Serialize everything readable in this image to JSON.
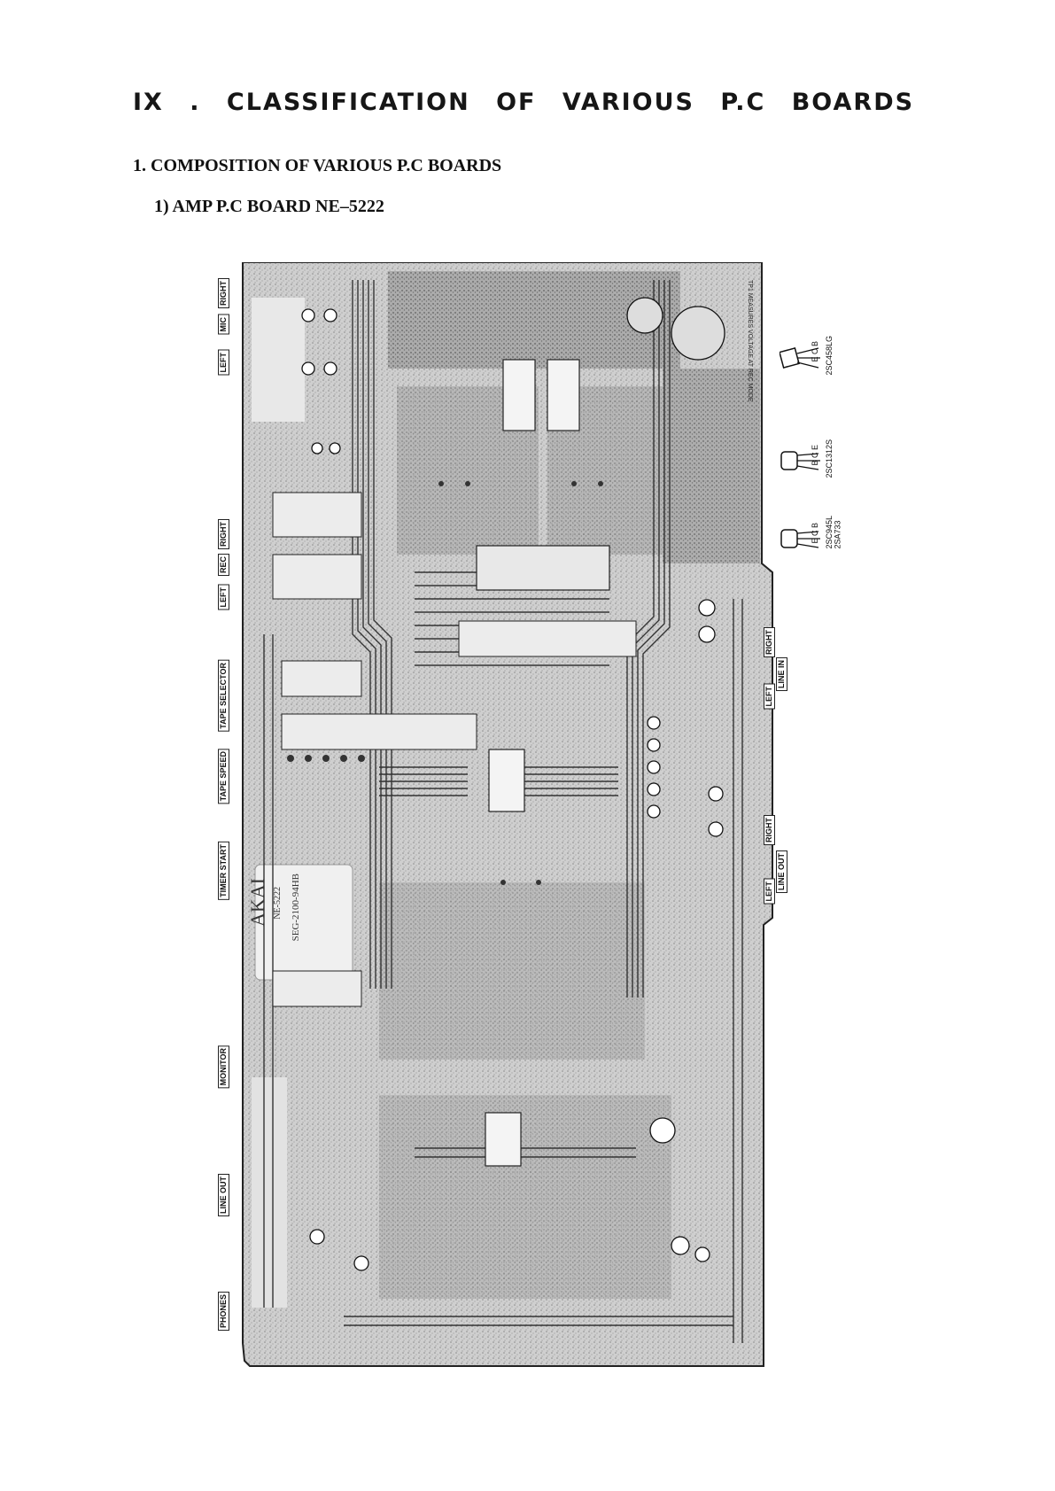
{
  "page": {
    "chapter_title": "IX .   CLASSIFICATION  OF  VARIOUS  P.C  BOARDS",
    "section_heading": "1. COMPOSITION OF VARIOUS P.C BOARDS",
    "sub_heading": "1)  AMP P.C BOARD NE–5222"
  },
  "board": {
    "left_connectors": {
      "mic_right": "RIGHT",
      "mic": "MIC",
      "mic_left": "LEFT",
      "rec_right": "RIGHT",
      "rec": "REC",
      "rec_left": "LEFT",
      "tape_selector": "TAPE SELECTOR",
      "tape_speed": "TAPE SPEED",
      "timer_start": "TIMER START",
      "monitor": "MONITOR",
      "line_out": "LINE OUT",
      "phones": "PHONES"
    },
    "right_connectors": {
      "line_in_right": "RIGHT",
      "line_in": "LINE IN",
      "line_in_left": "LEFT",
      "line_out_right": "RIGHT",
      "line_out": "LINE OUT",
      "line_out_left": "LEFT"
    },
    "maker_mark": "AKAI",
    "board_model": "NE-5222",
    "board_code": "SEG-2100-94HB",
    "note_rec_mode": "TP1 MEASURES VOLTAGE AT REC MODE"
  },
  "transistors": [
    {
      "pins": "E C B",
      "type": "2SC458LG"
    },
    {
      "pins": "B C E",
      "type": "2SC1312S"
    },
    {
      "pins": "E C B",
      "type": "2SC945L\n2SA733"
    }
  ]
}
